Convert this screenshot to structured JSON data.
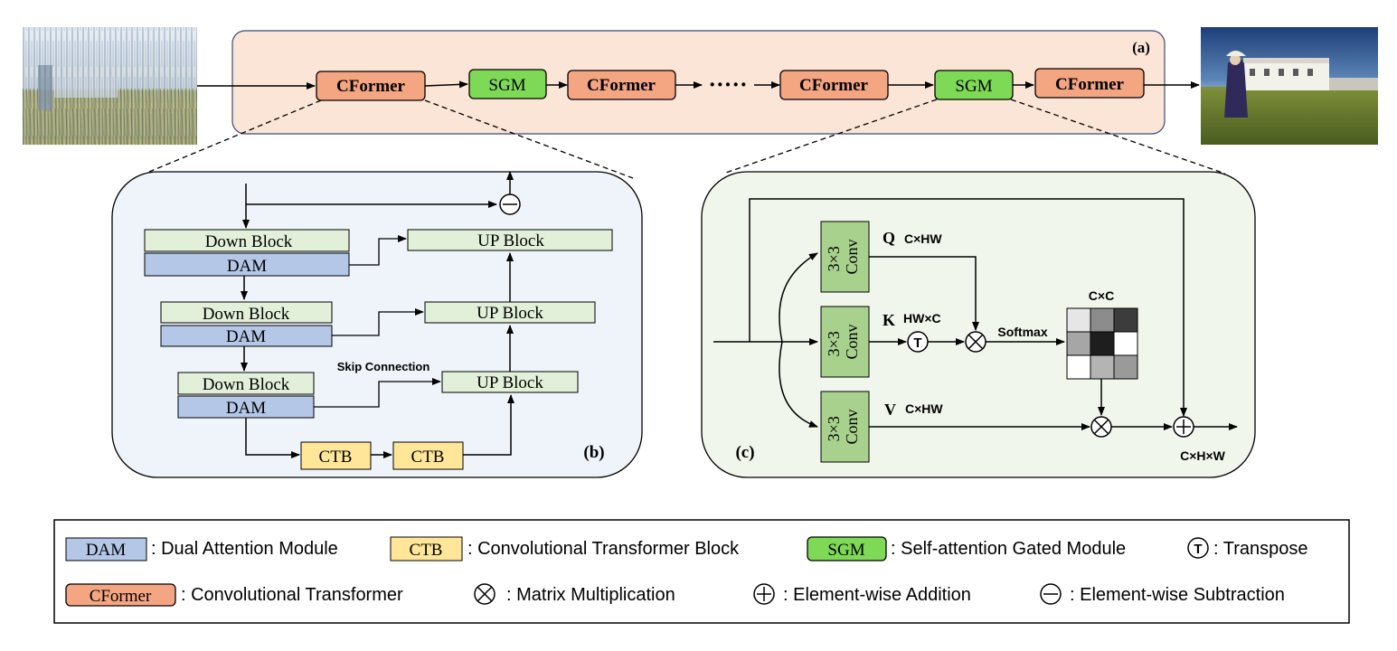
{
  "panels": {
    "a_label": "(a)",
    "b_label": "(b)",
    "c_label": "(c)"
  },
  "pipeline": {
    "cformer": "CFormer",
    "sgm": "SGM",
    "dots": "·····"
  },
  "panel_b": {
    "down_block": "Down Block",
    "dam": "DAM",
    "up_block": "UP Block",
    "ctb": "CTB",
    "skip_connection": "Skip Connection"
  },
  "panel_c": {
    "conv_top": "3×3",
    "conv_bottom": "Conv",
    "q": "Q",
    "q_dim": "C×HW",
    "k": "K",
    "k_dim": "HW×C",
    "v": "V",
    "v_dim": "C×HW",
    "softmax": "Softmax",
    "cc": "C×C",
    "output_dim": "C×H×W",
    "transpose_symbol": "T"
  },
  "legend": {
    "dam_box": "DAM",
    "dam_text": ": Dual Attention Module",
    "ctb_box": "CTB",
    "ctb_text": ": Convolutional Transformer Block",
    "sgm_box": "SGM",
    "sgm_text": ": Self-attention Gated Module",
    "transpose_symbol": "T",
    "transpose_text": ": Transpose",
    "cformer_box": "CFormer",
    "cformer_text": ": Convolutional Transformer",
    "matmul_text": ": Matrix Multiplication",
    "add_text": ": Element-wise Addition",
    "sub_text": ": Element-wise Subtraction"
  },
  "colors": {
    "cformer_fill": "#f4a582",
    "sgm_fill": "#7ed957",
    "down_block_fill": "#e2f0d9",
    "dam_fill": "#b4c7e7",
    "ctb_fill": "#ffe699",
    "panel_a_fill": "#fbe5d6",
    "panel_b_fill": "#eef4fa",
    "panel_c_fill": "#f1f6ec",
    "conv_fill": "#a9d18e"
  }
}
